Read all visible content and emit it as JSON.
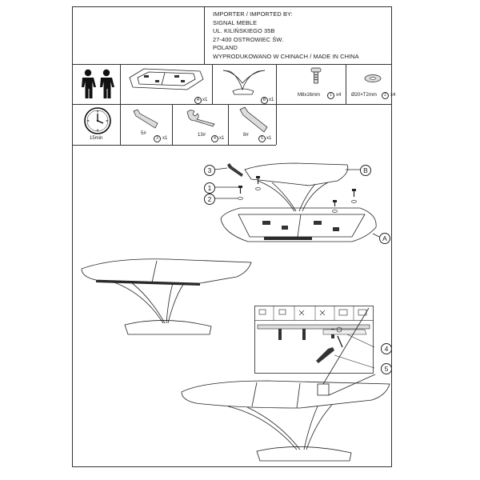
{
  "importer": {
    "lines": [
      "IMPORTER / IMPORTED BY:",
      "SIGNAL MEBLE",
      "UL. KILIŃSKIEGO 35B",
      "27-400 OSTROWIEC ŚW.",
      "POLAND",
      "WYPRODUKOWANO W CHINACH / MADE IN CHINA"
    ]
  },
  "parts": {
    "tabletop": {
      "letter": "A",
      "qty": "x1"
    },
    "base": {
      "letter": "B",
      "qty": "x1"
    },
    "screw": {
      "size": "M8x16mm",
      "number": "1",
      "qty": "x4"
    },
    "washer": {
      "size": "Ø20×T2mm",
      "number": "2",
      "qty": "x4"
    }
  },
  "tools": {
    "time": "15min",
    "hex5": {
      "size": "5#",
      "number": "3",
      "qty": "x1"
    },
    "wrench13": {
      "size": "13#",
      "number": "4",
      "qty": "x1"
    },
    "hex8": {
      "size": "8#",
      "number": "5",
      "qty": "x1"
    }
  },
  "diagram": {
    "callouts": {
      "c3": "3",
      "c1": "1",
      "c2": "2",
      "cA": "A",
      "cB": "B",
      "c4": "4",
      "c5": "5"
    }
  }
}
